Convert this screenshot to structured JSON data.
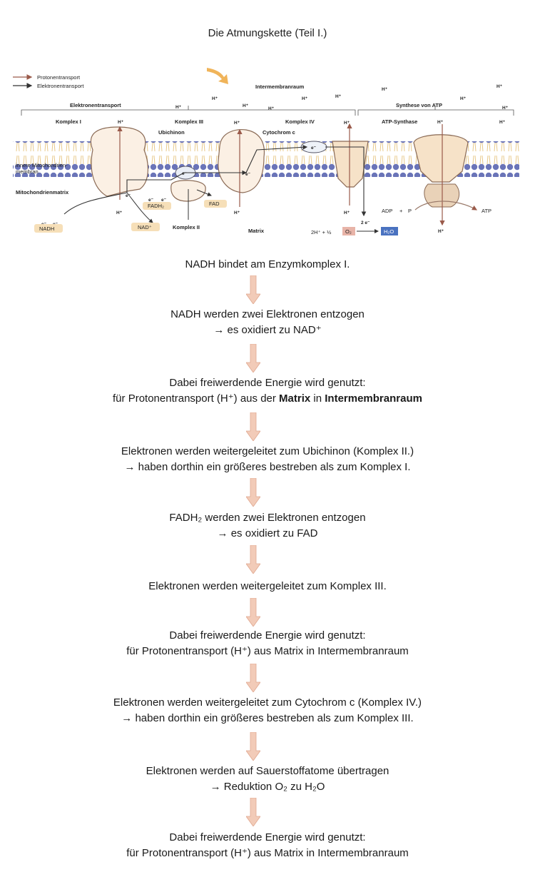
{
  "title": "Die Atmungskette (Teil I.)",
  "diagram": {
    "legend": {
      "protonentransport": "Protonentransport",
      "elektronentransport": "Elektronentransport"
    },
    "intermembranraum": "Intermembranraum",
    "elektronentransport_bracket": "Elektronentransport",
    "synthese_bracket": "Synthese von ATP",
    "komplex1": "Komplex I",
    "komplex3": "Komplex III",
    "komplex4": "Komplex IV",
    "atp_synthase": "ATP-Synthase",
    "ubichinon": "Ubichinon",
    "cytochrom": "Cytochrom c",
    "innere_membran_1": "innere Mitochondrien-",
    "innere_membran_2": "membran",
    "matrix_label": "Mitochondrienmatrix",
    "nadh": "NADH",
    "nad": "NAD⁺",
    "fadh2": "FADH₂",
    "fad": "FAD",
    "komplex2": "Komplex II",
    "matrix": "Matrix",
    "electron": "e⁻",
    "two_e": "2 e⁻",
    "oxygen_eq": "2H⁺ + ½",
    "o2": "O₂",
    "h2o": "H₂O",
    "adp": "ADP",
    "plus": "+",
    "p": "P",
    "atp": "ATP",
    "hplus": "H⁺"
  },
  "steps": [
    {
      "line1": "NADH bindet am Enzymkomplex I."
    },
    {
      "line1": "NADH werden zwei Elektronen entzogen",
      "line2": "→ es oxidiert zu NAD⁺"
    },
    {
      "line1": "Dabei freiwerdende Energie wird genutzt:",
      "line2_pre": "für Protonentransport (H⁺) aus der ",
      "line2_b1": "Matrix",
      "line2_mid": " in ",
      "line2_b2": "Intermembranraum"
    },
    {
      "line1": "Elektronen werden weitergeleitet zum Ubichinon (Komplex II.)",
      "line2": "→ haben dorthin ein größeres bestreben als zum Komplex I."
    },
    {
      "line1": "FADH₂ werden zwei Elektronen entzogen",
      "line2": "→ es oxidiert zu FAD"
    },
    {
      "line1": "Elektronen werden weitergeleitet zum Komplex III."
    },
    {
      "line1": "Dabei freiwerdende Energie wird genutzt:",
      "line2": "für Protonentransport (H⁺) aus Matrix in Intermembranraum"
    },
    {
      "line1": "Elektronen werden weitergeleitet zum Cytochrom c (Komplex IV.)",
      "line2": "→ haben dorthin ein größeres bestreben als zum Komplex III."
    },
    {
      "line1": "Elektronen werden auf Sauerstoffatome übertragen",
      "line2": "→ Reduktion O₂ zu H₂O"
    },
    {
      "line1": "Dabei freiwerdende Energie wird genutzt:",
      "line2": "für Protonentransport (H⁺) aus Matrix in Intermembranraum"
    }
  ]
}
